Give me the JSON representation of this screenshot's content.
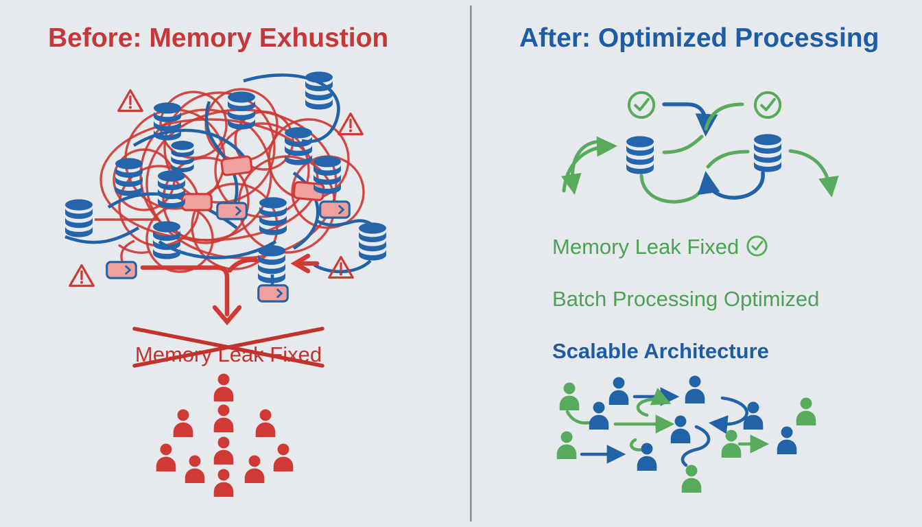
{
  "page": {
    "background_color": "#e7eaec",
    "divider_color": "#8a929b"
  },
  "left_panel": {
    "title": "Before: Memory Exhustion",
    "title_color": "#c4383c",
    "crossed_out_label": "Memory Leak Fixed",
    "crossed_out_color": "#c2332e",
    "accent_color": "#cf3a35",
    "icons": {
      "database_icon_count": 13,
      "warning_triangle_count": 4,
      "queue_box_count": 7,
      "person_icon_count": 10,
      "person_color": "#cf3a35"
    }
  },
  "right_panel": {
    "title": "After: Optimized Processing",
    "title_color": "#1e5da5",
    "status_lines": [
      {
        "label": "Memory Leak Fixed",
        "color": "#4ba155",
        "has_check_icon": true
      },
      {
        "label": "Batch Processing Optimized",
        "color": "#4ba155",
        "has_check_icon": false
      },
      {
        "label": "Scalable Architecture",
        "color": "#1e5da5",
        "has_check_icon": false
      }
    ],
    "icons": {
      "database_icon_count": 2,
      "check_circle_count": 3,
      "person_icon_count": 12,
      "person_colors": [
        "#58ab5c",
        "#2263a8"
      ]
    }
  },
  "colors": {
    "red": "#cf3a35",
    "blue": "#2263a8",
    "database_blue": "#2565ab",
    "green": "#58ab5c",
    "pink_box_fill": "#f0a09e"
  }
}
